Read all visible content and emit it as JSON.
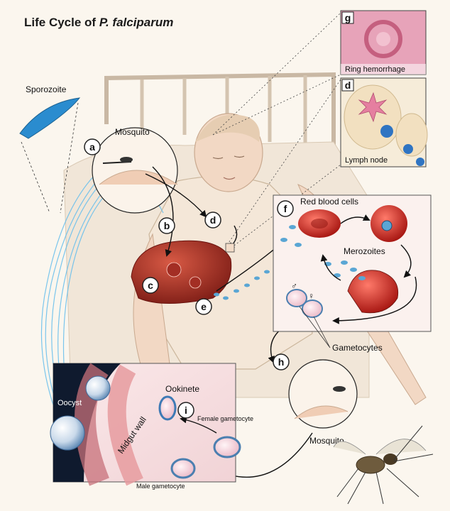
{
  "title": {
    "prefix": "Life Cycle of ",
    "species": "P. falciparum"
  },
  "labels": {
    "sporozoite": "Sporozoite",
    "mosquito_top": "Mosquito",
    "red_blood_cells": "Red blood cells",
    "merozoites": "Merozoites",
    "gametocytes": "Gametocytes",
    "ookinete": "Ookinete",
    "oocyst": "Oocyst",
    "female_gametocyte": "Female gametocyte",
    "male_gametocyte": "Male gametocyte",
    "midgut_wall": "Midgut wall",
    "mosquito_bottom": "Mosquito",
    "ring_hemorrhage": "Ring hemorrhage",
    "lymph_node": "Lymph node",
    "male_symbol": "♂",
    "female_symbol": "♀"
  },
  "stages": {
    "a": "a",
    "b": "b",
    "c": "c",
    "d": "d",
    "e": "e",
    "f": "f",
    "g": "g",
    "h": "h",
    "i": "i"
  },
  "colors": {
    "background": "#fbf6ee",
    "liver": "#b23a2e",
    "rbc": "#c8261f",
    "parasite": "#5aa6d4",
    "panel_bg": "#f7e6e8",
    "midgut": "#e9a6a6"
  }
}
